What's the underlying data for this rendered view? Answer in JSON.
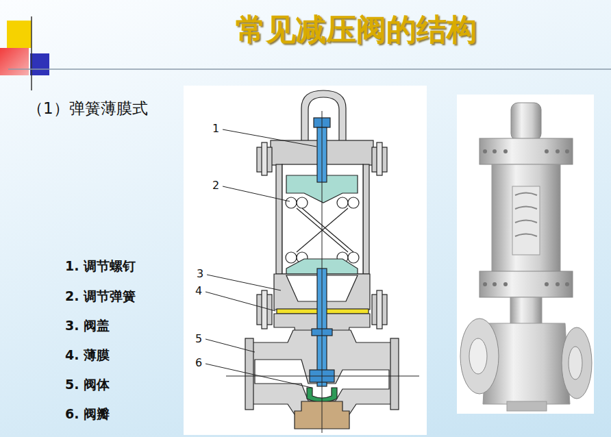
{
  "diagram": {
    "title": "常见减压阀的结构",
    "labels": [
      "（1）弹簧薄膜式",
      "1",
      "2",
      "3",
      "4",
      "5",
      "6",
      "1. 调节螺钉",
      "2. 调节弹簧",
      "3. 阀盖",
      "4. 薄膜",
      "5. 阀体",
      "6. 阀瓣"
    ]
  }
}
